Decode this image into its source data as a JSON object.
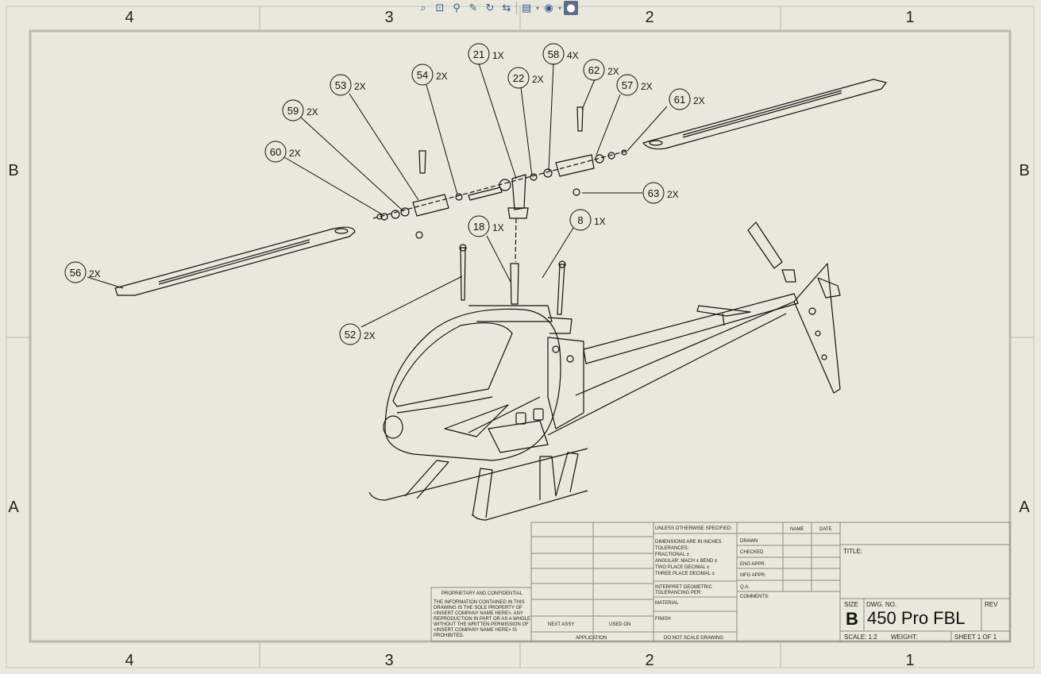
{
  "zones": {
    "columns": [
      "4",
      "3",
      "2",
      "1"
    ],
    "rows": [
      "B",
      "A"
    ]
  },
  "balloons": [
    {
      "num": "21",
      "qty": "1X"
    },
    {
      "num": "58",
      "qty": "4X"
    },
    {
      "num": "54",
      "qty": "2X"
    },
    {
      "num": "22",
      "qty": "2X"
    },
    {
      "num": "62",
      "qty": "2X"
    },
    {
      "num": "53",
      "qty": "2X"
    },
    {
      "num": "57",
      "qty": "2X"
    },
    {
      "num": "61",
      "qty": "2X"
    },
    {
      "num": "59",
      "qty": "2X"
    },
    {
      "num": "60",
      "qty": "2X"
    },
    {
      "num": "63",
      "qty": "2X"
    },
    {
      "num": "18",
      "qty": "1X"
    },
    {
      "num": "8",
      "qty": "1X"
    },
    {
      "num": "56",
      "qty": "2X"
    },
    {
      "num": "52",
      "qty": "2X"
    }
  ],
  "toolbar": {
    "icons": [
      "zoom-to-fit-icon",
      "zoom-area-icon",
      "zoom-in-out-icon",
      "pan-icon",
      "rotate-icon",
      "previous-view-icon",
      "display-style-icon",
      "view-settings-icon",
      "appearance-icon"
    ]
  },
  "title_block": {
    "unless_specified": "UNLESS OTHERWISE SPECIFIED:",
    "name_hdr": "NAME",
    "date_hdr": "DATE",
    "dims": [
      "DIMENSIONS ARE IN INCHES",
      "TOLERANCES:",
      "FRACTIONAL ±",
      "ANGULAR: MACH ±    BEND ±",
      "TWO PLACE DECIMAL    ±",
      "THREE PLACE DECIMAL   ±"
    ],
    "interpret": [
      "INTERPRET GEOMETRIC",
      "TOLERANCING PER:"
    ],
    "material": "MATERIAL",
    "finish": "FINISH",
    "do_not_scale": "DO NOT SCALE DRAWING",
    "drawn": "DRAWN",
    "checked": "CHECKED",
    "eng_appr": "ENG APPR.",
    "mfg_appr": "MFG APPR.",
    "qa": "Q.A.",
    "comments": "COMMENTS:",
    "title_lbl": "TITLE:",
    "size_lbl": "SIZE",
    "size_val": "B",
    "dwg_no_lbl": "DWG.  NO.",
    "dwg_no": "450 Pro FBL",
    "rev_lbl": "REV",
    "scale": "SCALE: 1:2",
    "weight": "WEIGHT:",
    "sheet": "SHEET 1 OF 1",
    "next_assy": "NEXT ASSY",
    "used_on": "USED ON",
    "application": "APPLICATION",
    "proprietary_title": "PROPRIETARY AND CONFIDENTIAL",
    "proprietary_lines": [
      "THE INFORMATION CONTAINED IN THIS",
      "DRAWING IS THE SOLE PROPERTY OF",
      "<INSERT COMPANY NAME HERE>.  ANY",
      "REPRODUCTION IN PART OR AS A WHOLE",
      "WITHOUT THE WRITTEN PERMISSION OF",
      "<INSERT COMPANY NAME HERE> IS",
      "PROHIBITED."
    ]
  },
  "colors": {
    "paper": "#e9e8dc",
    "ink": "#111111",
    "border": "#b9b9b2"
  }
}
